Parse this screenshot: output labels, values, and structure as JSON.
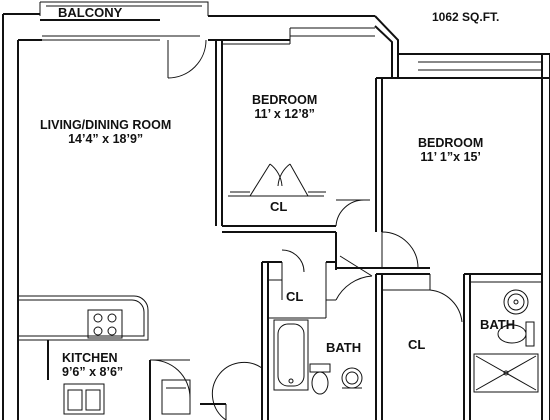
{
  "plan": {
    "area": "1062 SQ.FT.",
    "rooms": {
      "balcony": "BALCONY",
      "living": {
        "name": "LIVING/DINING ROOM",
        "size": "14’4”  x 18’9”"
      },
      "bedroom1": {
        "name": "BEDROOM",
        "size": "11’ x 12’8”"
      },
      "bedroom2": {
        "name": "BEDROOM",
        "size": "11’ 1”x 15’"
      },
      "closet1": "CL",
      "closet2": "CL",
      "closet3": "CL",
      "bath1": "BATH",
      "bath2": "BATH",
      "kitchen": {
        "name": "KITCHEN",
        "size": "9’6” x 8’6”"
      }
    }
  }
}
